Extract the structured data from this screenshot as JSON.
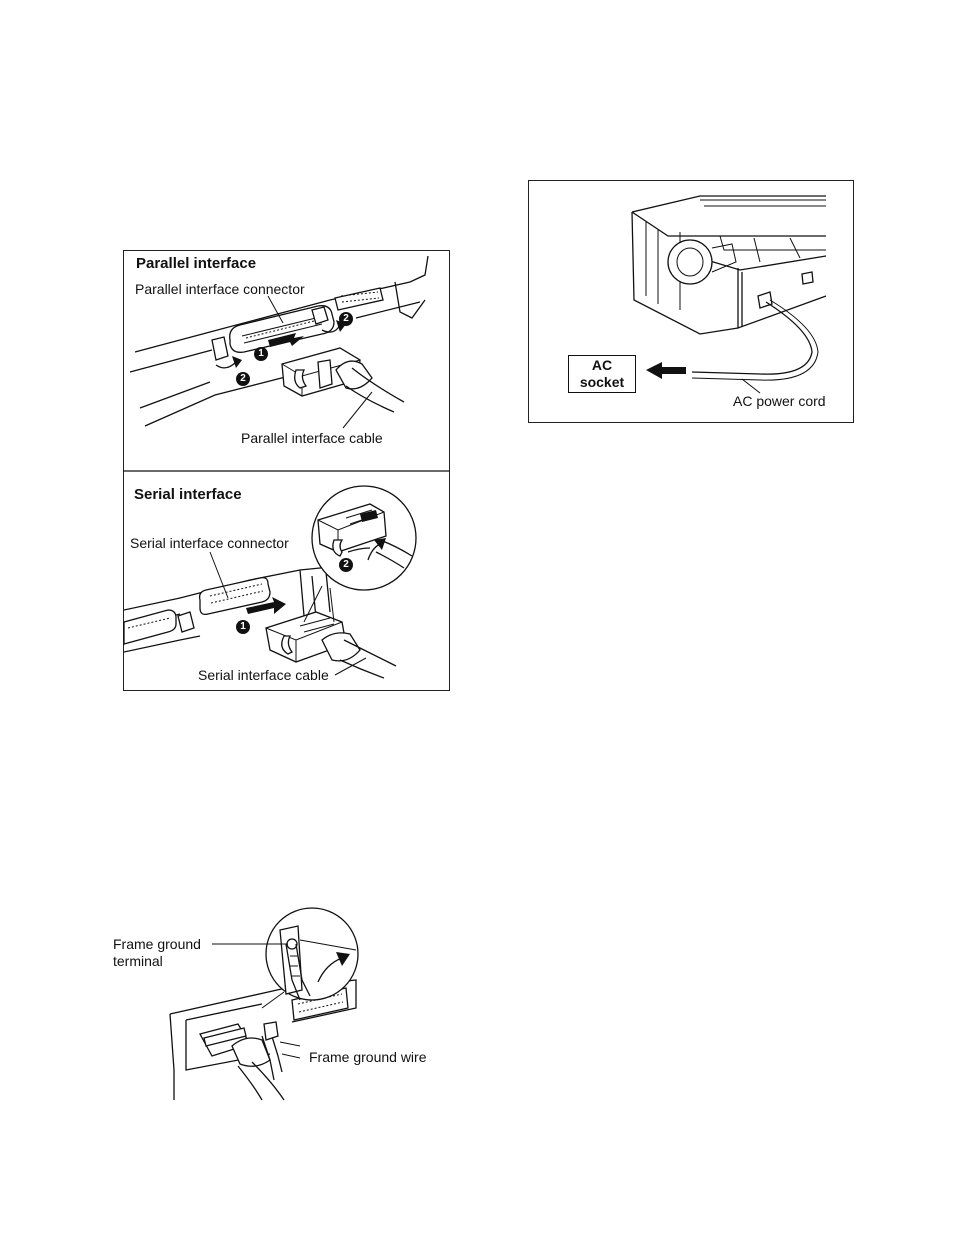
{
  "parallel": {
    "heading": "Parallel interface",
    "connector_label": "Parallel interface connector",
    "cable_label": "Parallel interface cable",
    "step1": "1",
    "step2": "2"
  },
  "serial": {
    "heading": "Serial interface",
    "connector_label": "Serial interface connector",
    "cable_label": "Serial interface cable",
    "step1": "1",
    "step2": "2"
  },
  "power": {
    "socket_line1": "AC",
    "socket_line2": "socket",
    "cord_label": "AC power cord"
  },
  "ground": {
    "terminal_label_line1": "Frame ground",
    "terminal_label_line2": "terminal",
    "wire_label": "Frame ground wire"
  }
}
